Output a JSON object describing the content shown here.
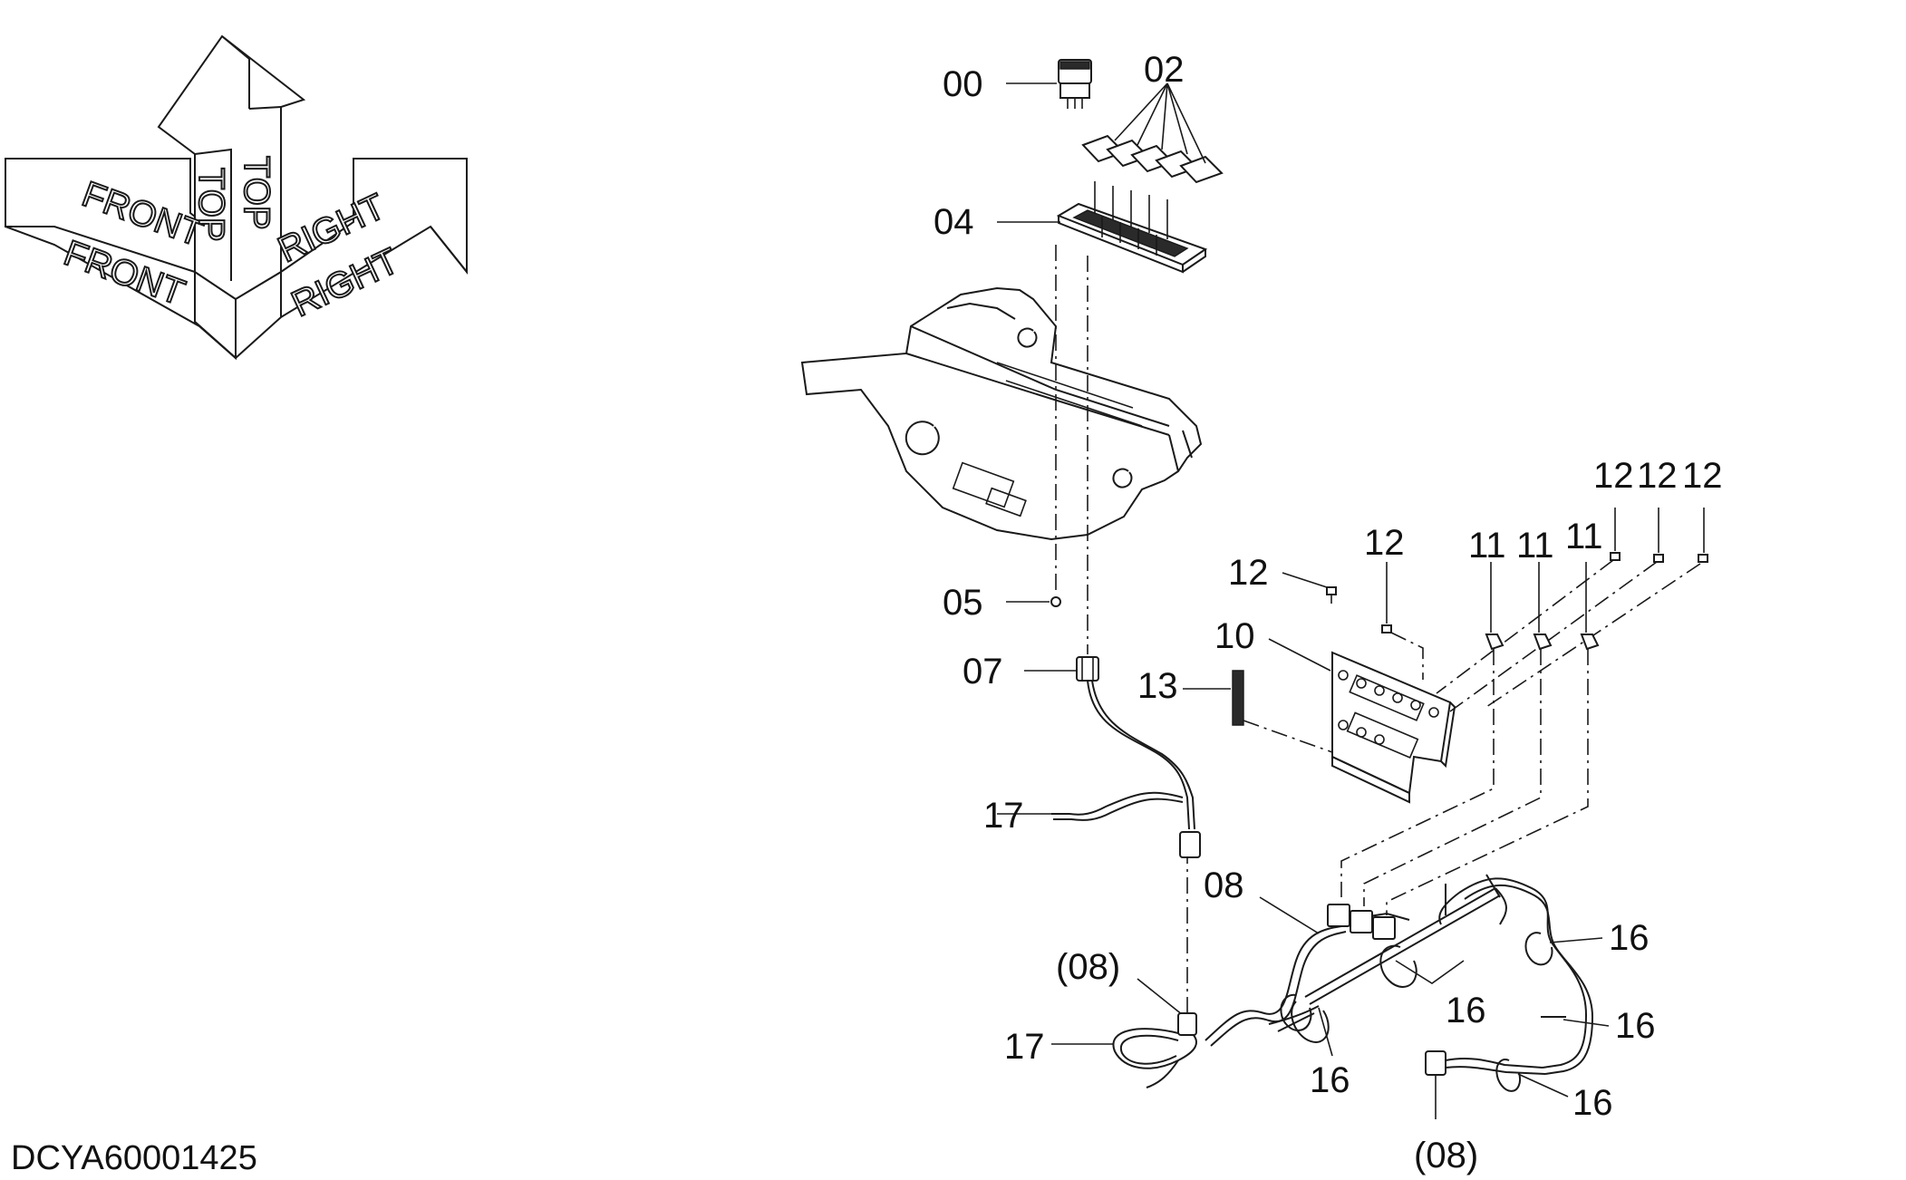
{
  "diagram_id": "DCYA60001425",
  "orientation": {
    "front": "FRONT",
    "top": "TOP",
    "right": "RIGHT"
  },
  "callouts": {
    "c00": "00",
    "c02": "02",
    "c04": "04",
    "c05": "05",
    "c07": "07",
    "c08": "08",
    "c08_ref_a": "(08)",
    "c08_ref_b": "(08)",
    "c10": "10",
    "c11_a": "11",
    "c11_b": "11",
    "c11_c": "11",
    "c12_a": "12",
    "c12_b": "12",
    "c12_c": "12",
    "c12_d": "12",
    "c12_e": "12",
    "c13": "13",
    "c16_a": "16",
    "c16_b": "16",
    "c16_c": "16",
    "c16_d": "16",
    "c16_e": "16",
    "c17_a": "17",
    "c17_b": "17"
  }
}
